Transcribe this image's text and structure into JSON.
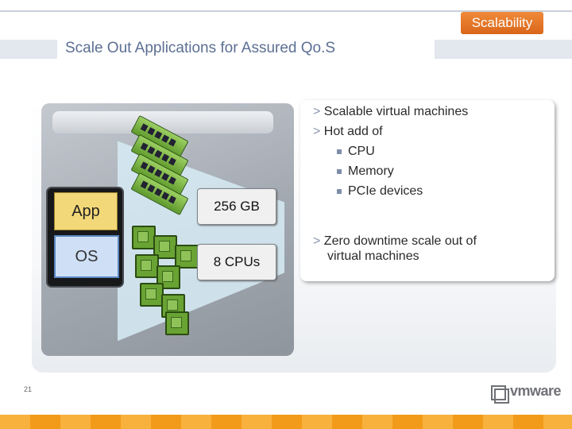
{
  "header": {
    "badge": "Scalability",
    "title": "Scale Out Applications for Assured Qo.S"
  },
  "diagram": {
    "app_label": "App",
    "os_label": "OS",
    "memory_label": "256 GB",
    "cpu_label": "8 CPUs"
  },
  "bullets": {
    "items": [
      "Scalable virtual machines",
      "Hot add of",
      "Zero downtime scale out of"
    ],
    "sub_items": [
      "CPU",
      "Memory",
      "PCIe devices"
    ],
    "last_line2": "virtual machines"
  },
  "footer": {
    "page_number": "21",
    "logo": "vmware"
  },
  "colors": {
    "accent": "#e07320",
    "title": "#5c6f93",
    "footer": "#f7a11d"
  }
}
